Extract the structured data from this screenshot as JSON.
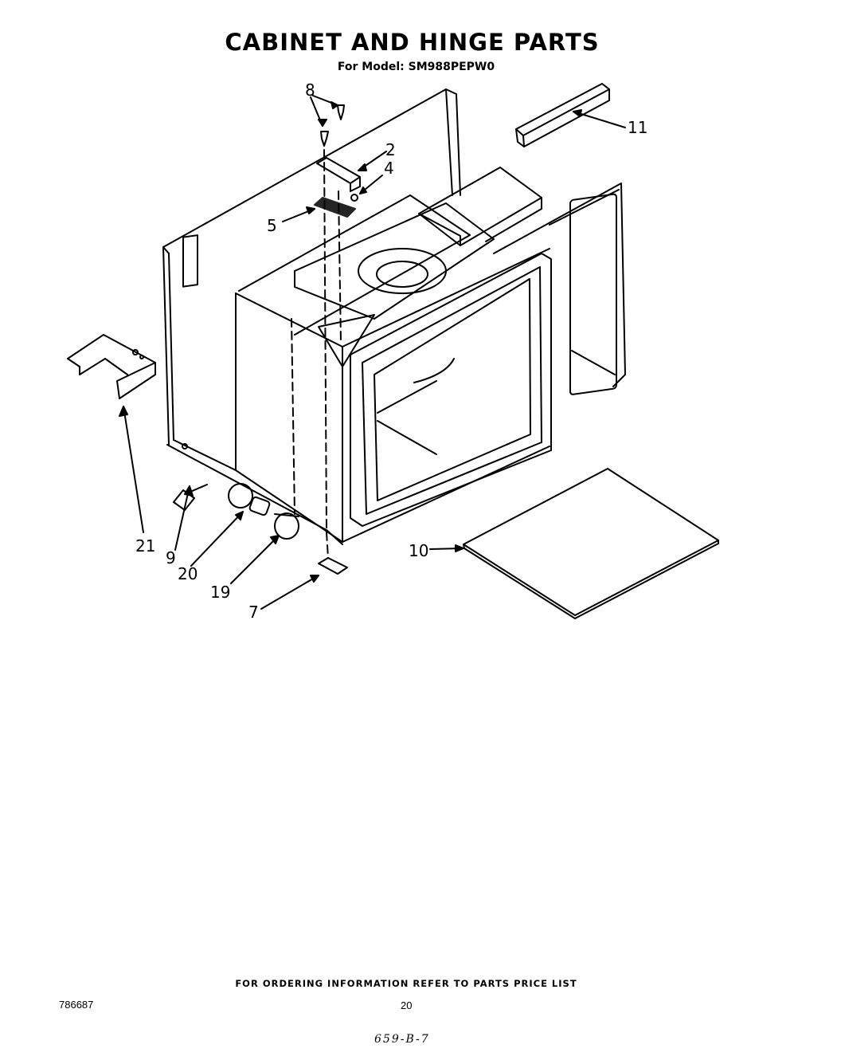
{
  "header": {
    "title": "CABINET AND HINGE PARTS",
    "model_line": "For Model: SM988PEPW0"
  },
  "callouts": {
    "c8": "8",
    "c2": "2",
    "c4": "4",
    "c5": "5",
    "c11": "11",
    "c21": "21",
    "c9": "9",
    "c20": "20",
    "c19": "19",
    "c7": "7",
    "c10": "10"
  },
  "footer": {
    "ordering_note": "FOR ORDERING INFORMATION REFER TO PARTS PRICE LIST",
    "doc_number": "786687",
    "page_number": "20",
    "handwritten_code": "659-B-7"
  }
}
